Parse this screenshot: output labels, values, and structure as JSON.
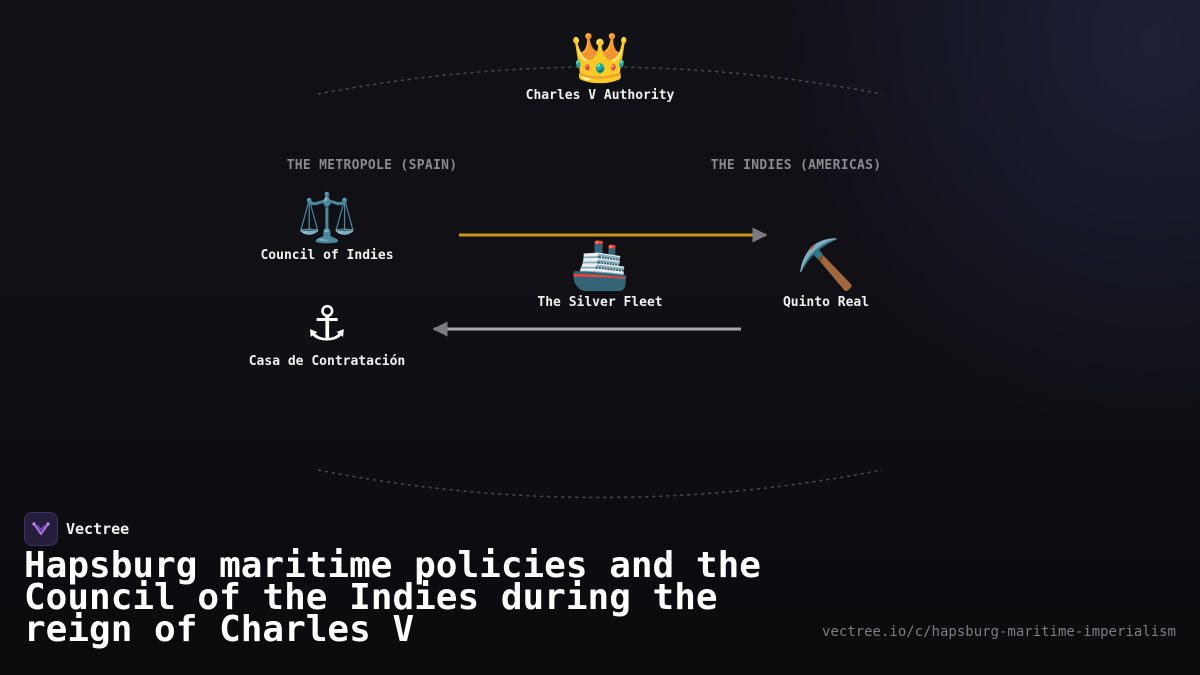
{
  "diagram": {
    "top": {
      "icon": "crown-icon",
      "glyph": "👑",
      "label": "Charles V Authority"
    },
    "regions": {
      "left": "THE METROPOLE (SPAIN)",
      "right": "THE INDIES (AMERICAS)"
    },
    "nodes": {
      "council": {
        "icon": "scales-icon",
        "glyph": "⚖️",
        "label": "Council of Indies"
      },
      "casa": {
        "icon": "anchor-icon",
        "glyph": "⚓",
        "label": "Casa de Contratación"
      },
      "fleet": {
        "icon": "ship-icon",
        "glyph": "🚢",
        "label": "The Silver Fleet"
      },
      "quinto": {
        "icon": "pick-icon",
        "glyph": "⛏️",
        "label": "Quinto Real"
      }
    },
    "arrows": {
      "outbound_color": "#c9961e",
      "return_color": "#a9a9ae"
    }
  },
  "footer": {
    "brand_name": "Vectree",
    "brand_icon": "vectree-logo-icon",
    "title": "Hapsburg maritime policies and the Council of the Indies during the reign of Charles V",
    "url": "vectree.io/c/hapsburg-maritime-imperialism"
  }
}
